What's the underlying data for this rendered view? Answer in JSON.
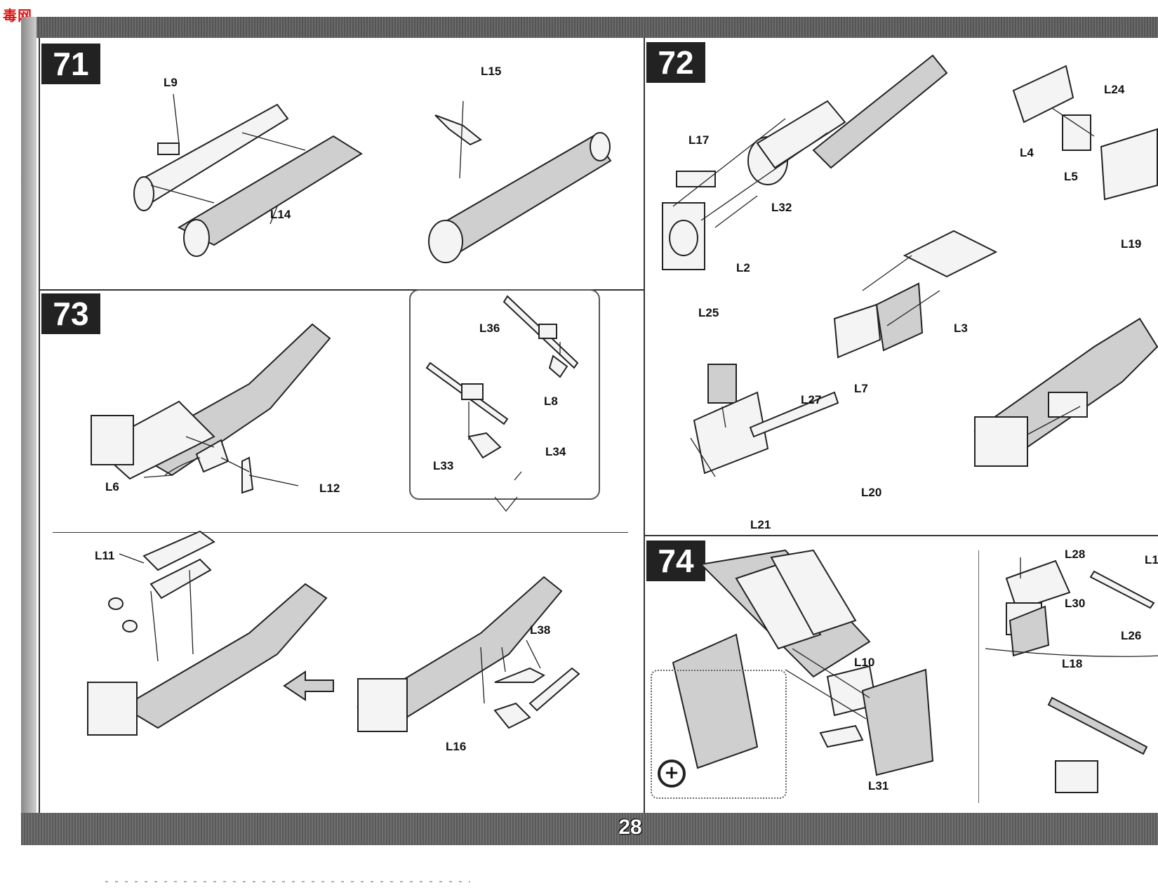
{
  "watermark": "毒网",
  "page_number": "28",
  "steps": {
    "s71": {
      "number": "71",
      "labels": [
        "L9",
        "L14",
        "L15"
      ]
    },
    "s72": {
      "number": "72",
      "labels": [
        "L17",
        "L32",
        "L2",
        "L24",
        "L4",
        "L5",
        "L19",
        "L3",
        "L7",
        "L25",
        "L27",
        "L20",
        "L21"
      ]
    },
    "s73": {
      "number": "73",
      "labels": [
        "L6",
        "L12",
        "L36",
        "L8",
        "L33",
        "L34",
        "L11",
        "L38",
        "L16"
      ]
    },
    "s74": {
      "number": "74",
      "labels": [
        "L10",
        "L31",
        "L28",
        "L30",
        "L18",
        "L26",
        "L1"
      ]
    }
  },
  "icons": {
    "zoom": "magnify-plus-icon",
    "direction": "left-arrow-icon"
  }
}
